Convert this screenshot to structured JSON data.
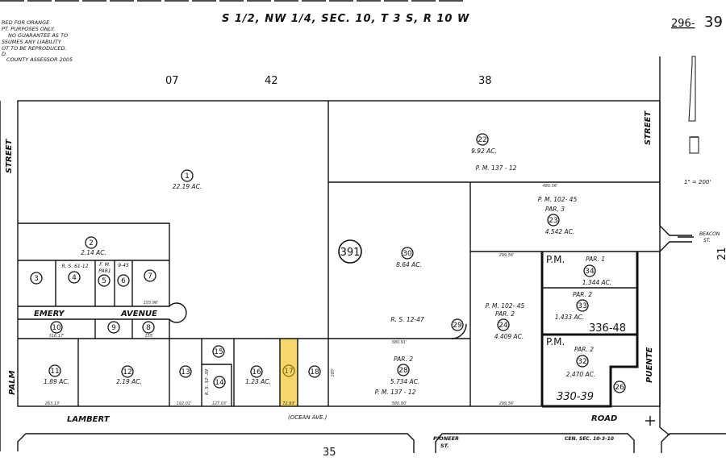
{
  "disclaimer": [
    "RED FOR ORANGE",
    "PT. PURPOSES ONLY.",
    "NO GUARANTEE AS TO",
    "SSUMES ANY LIABILITY",
    "OT TO BE REPRODUCED.",
    "D.",
    "COUNTY ASSESSOR 2005"
  ],
  "header": {
    "title": "S 1/2, NW 1/4, SEC. 10, T 3 S, R 10 W",
    "page_prefix": "296-",
    "page_number": "39"
  },
  "scale": "1\" = 200'",
  "map_pages": {
    "top_left": "07",
    "top_mid": "42",
    "top_right": "38",
    "bottom": "35",
    "right": "21"
  },
  "book_labels": {
    "b391": "391",
    "b336": "336-48",
    "b330": "330-39"
  },
  "streets": {
    "left": "STREET",
    "right": "STREET",
    "palm": "PALM",
    "emery": "EMERY",
    "avenue": "AVENUE",
    "lambert": "LAMBERT",
    "ocean": "(OCEAN AVE.)",
    "road": "ROAD",
    "puente": "PUENTE",
    "beacon": "BEACON",
    "beacon_st": "ST.",
    "pioneer": "PIONEER",
    "pioneer_st": "ST.",
    "cen_sec": "CEN. SEC. 10-3-10"
  },
  "parcels": {
    "p1": {
      "num": "1",
      "area": "22.19 AC."
    },
    "p2": {
      "num": "2",
      "area": "2.14 AC."
    },
    "p3": {
      "num": "3"
    },
    "p4": {
      "num": "4"
    },
    "p5": {
      "num": "5"
    },
    "p6": {
      "num": "6"
    },
    "p7": {
      "num": "7"
    },
    "p8": {
      "num": "8"
    },
    "p9": {
      "num": "9"
    },
    "p10": {
      "num": "10"
    },
    "p11": {
      "num": "11",
      "area": "1.89 AC."
    },
    "p12": {
      "num": "12",
      "area": "2.19 AC."
    },
    "p13": {
      "num": "13"
    },
    "p14": {
      "num": "14"
    },
    "p15": {
      "num": "15"
    },
    "p16": {
      "num": "16",
      "area": "1.23 AC."
    },
    "p17": {
      "num": "17",
      "highlight": "#f5d76e"
    },
    "p18": {
      "num": "18"
    },
    "p22": {
      "num": "22",
      "area": "9.92 AC.",
      "ref": "P. M. 137 - 12"
    },
    "p23": {
      "num": "23",
      "area": "4.542 AC.",
      "ref": "P. M. 102- 45",
      "par": "PAR. 3"
    },
    "p24": {
      "num": "24",
      "area": "4.409 AC.",
      "ref": "P. M. 102- 45",
      "par": "PAR. 2"
    },
    "p26": {
      "num": "26"
    },
    "p28": {
      "num": "28",
      "area": "5.734 AC.",
      "ref": "P. M. 137 - 12",
      "par": "PAR. 2"
    },
    "p29": {
      "num": "29"
    },
    "p30": {
      "num": "30",
      "area": "8.64 AC."
    },
    "p32": {
      "num": "32",
      "area": "2.470 AC.",
      "par": "PAR. 2",
      "pm": "P.M."
    },
    "p33": {
      "num": "33",
      "area": "1.433 AC.",
      "par": "PAR. 2"
    },
    "p34": {
      "num": "34",
      "area": "1.344 AC.",
      "par": "PAR. 1",
      "pm": "P.M."
    }
  },
  "refs": {
    "rs61": "R. S. 61-12",
    "fm": "F. M.",
    "par1": "PAR1",
    "r945": "9-45",
    "rs12": "R. S. 12-47",
    "rs32": "R. S. 32- 39"
  },
  "dims": {
    "d1": "580.91'",
    "d2": "580.90'",
    "d3": "263.13'",
    "d4": "192.01'",
    "d5": "127.03'",
    "d6": "72.93'",
    "d7": "155.96'",
    "d8": "316.17'",
    "d9": "155'",
    "d10": "299.56'",
    "d11": "480.56'",
    "d12": "299.56'",
    "d13": "285'"
  }
}
